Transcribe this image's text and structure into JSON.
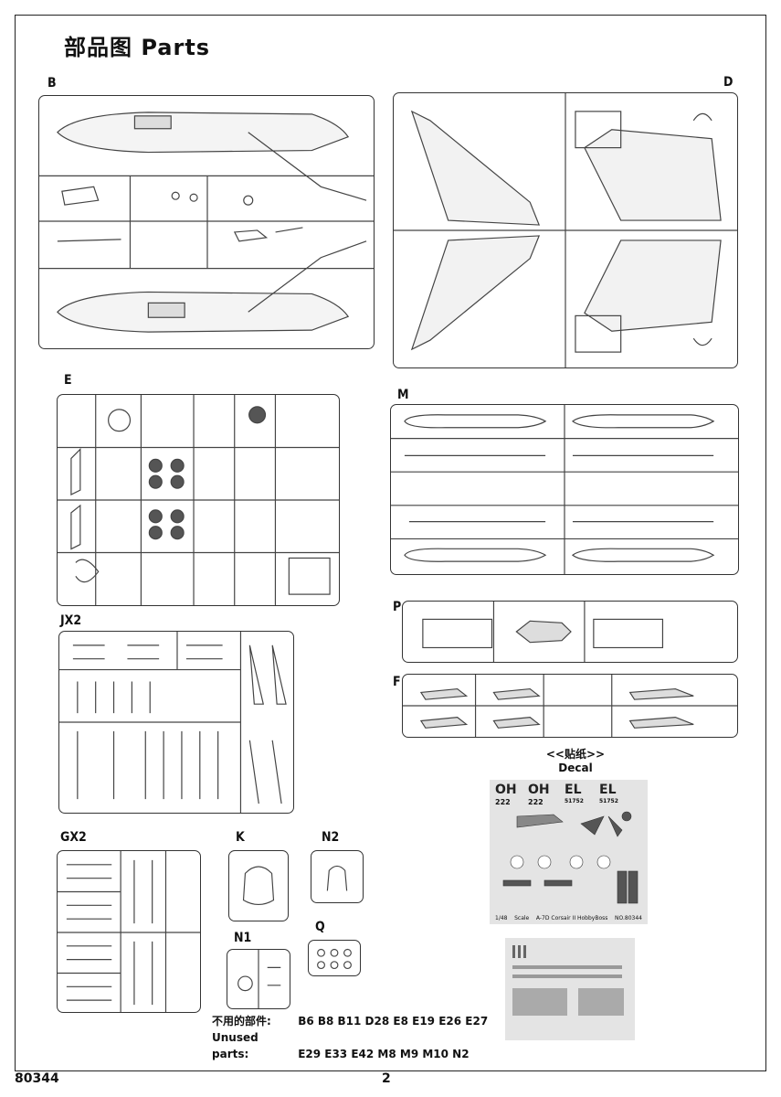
{
  "page": {
    "title": "部品图  Parts",
    "code": "80344",
    "number": "2"
  },
  "sprues": {
    "B": "B",
    "D": "D",
    "E": "E",
    "M": "M",
    "P": "P",
    "F": "F",
    "JX2": "JX2",
    "GX2": "GX2",
    "K": "K",
    "N2": "N2",
    "N1": "N1",
    "Q": "Q"
  },
  "decal": {
    "title_cn": "<<贴纸>>",
    "title_en": "Decal",
    "codes": [
      "OH",
      "OH",
      "EL",
      "EL"
    ],
    "numbers": [
      "222",
      "222",
      "51752",
      "51752"
    ],
    "footer_scale": "1/48",
    "footer_word": "Scale",
    "footer_name": "A-7D Corsair II  HobbyBoss",
    "footer_no": "NO.80344"
  },
  "unused": {
    "label_cn": "不用的部件:",
    "label_en": "Unused parts:",
    "line1": "B6 B8 B11 D28 E8 E19 E26 E27",
    "line2": "E29 E33 E42 M8 M9 M10 N2"
  }
}
